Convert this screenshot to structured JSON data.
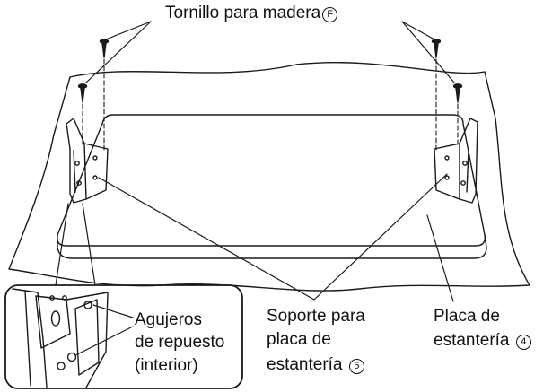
{
  "labels": {
    "screw": "Tornillo para madera",
    "screw_ref": "F",
    "holes_line1": "Agujeros",
    "holes_line2": "de repuesto",
    "holes_line3": "(interior)",
    "support_line1": "Soporte para",
    "support_line2": "placa de",
    "support_line3": "estantería",
    "support_ref": "5",
    "plate_line1": "Placa de",
    "plate_line2": "estantería",
    "plate_ref": "4"
  }
}
